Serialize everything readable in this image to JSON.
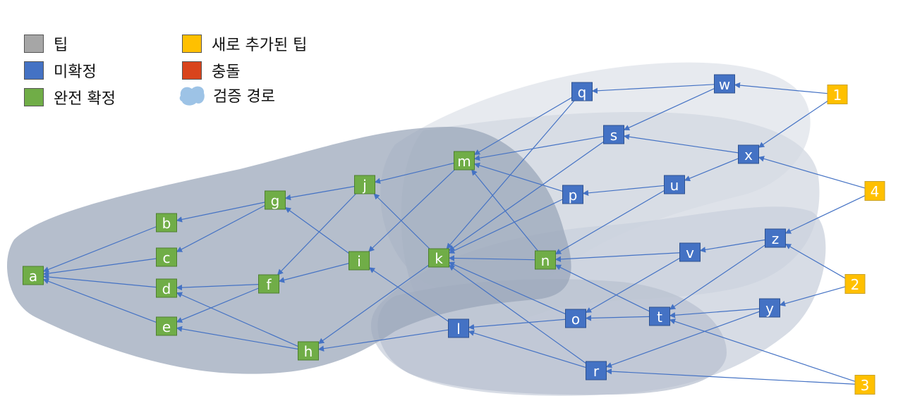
{
  "legend": {
    "tip": "팁",
    "unconfirmed": "미확정",
    "confirmed": "완전 확정",
    "new_tip": "새로 추가된 팁",
    "conflict": "충돌",
    "validation_path": "검증 경로"
  },
  "colors": {
    "tip": "#a6a6a6",
    "unconfirmed": "#4472c4",
    "confirmed": "#70ad47",
    "new_tip": "#ffc000",
    "conflict": "#d9441c",
    "path": "#9dc3e6",
    "edge": "#4472c4"
  },
  "nodes": [
    {
      "id": "a",
      "status": "confirmed"
    },
    {
      "id": "b",
      "status": "confirmed"
    },
    {
      "id": "c",
      "status": "confirmed"
    },
    {
      "id": "d",
      "status": "confirmed"
    },
    {
      "id": "e",
      "status": "confirmed"
    },
    {
      "id": "f",
      "status": "confirmed"
    },
    {
      "id": "g",
      "status": "confirmed"
    },
    {
      "id": "h",
      "status": "confirmed"
    },
    {
      "id": "i",
      "status": "confirmed"
    },
    {
      "id": "j",
      "status": "confirmed"
    },
    {
      "id": "k",
      "status": "confirmed"
    },
    {
      "id": "m",
      "status": "confirmed"
    },
    {
      "id": "n",
      "status": "confirmed"
    },
    {
      "id": "l",
      "status": "unconfirmed"
    },
    {
      "id": "o",
      "status": "unconfirmed"
    },
    {
      "id": "p",
      "status": "unconfirmed"
    },
    {
      "id": "q",
      "status": "unconfirmed"
    },
    {
      "id": "r",
      "status": "unconfirmed"
    },
    {
      "id": "s",
      "status": "unconfirmed"
    },
    {
      "id": "t",
      "status": "unconfirmed"
    },
    {
      "id": "u",
      "status": "unconfirmed"
    },
    {
      "id": "v",
      "status": "unconfirmed"
    },
    {
      "id": "w",
      "status": "unconfirmed"
    },
    {
      "id": "x",
      "status": "unconfirmed"
    },
    {
      "id": "y",
      "status": "unconfirmed"
    },
    {
      "id": "z",
      "status": "unconfirmed"
    },
    {
      "id": "1",
      "status": "new_tip"
    },
    {
      "id": "2",
      "status": "new_tip"
    },
    {
      "id": "3",
      "status": "new_tip"
    },
    {
      "id": "4",
      "status": "new_tip"
    }
  ],
  "edges": [
    [
      "b",
      "a"
    ],
    [
      "c",
      "a"
    ],
    [
      "d",
      "a"
    ],
    [
      "e",
      "a"
    ],
    [
      "g",
      "b"
    ],
    [
      "g",
      "c"
    ],
    [
      "f",
      "d"
    ],
    [
      "f",
      "e"
    ],
    [
      "h",
      "d"
    ],
    [
      "h",
      "e"
    ],
    [
      "j",
      "g"
    ],
    [
      "i",
      "g"
    ],
    [
      "j",
      "f"
    ],
    [
      "i",
      "f"
    ],
    [
      "m",
      "j"
    ],
    [
      "k",
      "j"
    ],
    [
      "m",
      "i"
    ],
    [
      "l",
      "i"
    ],
    [
      "k",
      "h"
    ],
    [
      "l",
      "h"
    ],
    [
      "q",
      "m"
    ],
    [
      "s",
      "m"
    ],
    [
      "p",
      "m"
    ],
    [
      "n",
      "m"
    ],
    [
      "q",
      "k"
    ],
    [
      "s",
      "k"
    ],
    [
      "p",
      "k"
    ],
    [
      "o",
      "k"
    ],
    [
      "n",
      "k"
    ],
    [
      "r",
      "k"
    ],
    [
      "u",
      "n"
    ],
    [
      "v",
      "n"
    ],
    [
      "t",
      "n"
    ],
    [
      "o",
      "l"
    ],
    [
      "r",
      "l"
    ],
    [
      "w",
      "q"
    ],
    [
      "w",
      "s"
    ],
    [
      "x",
      "s"
    ],
    [
      "x",
      "u"
    ],
    [
      "u",
      "p"
    ],
    [
      "z",
      "v"
    ],
    [
      "v",
      "o"
    ],
    [
      "t",
      "o"
    ],
    [
      "z",
      "t"
    ],
    [
      "y",
      "t"
    ],
    [
      "y",
      "r"
    ],
    [
      "1",
      "w"
    ],
    [
      "1",
      "x"
    ],
    [
      "4",
      "x"
    ],
    [
      "4",
      "z"
    ],
    [
      "2",
      "z"
    ],
    [
      "2",
      "y"
    ],
    [
      "3",
      "t"
    ],
    [
      "3",
      "r"
    ]
  ]
}
